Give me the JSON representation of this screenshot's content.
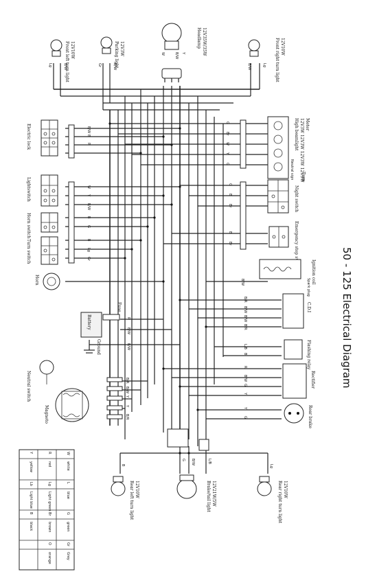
{
  "title": "50 - 125 Electrical Diagram",
  "components": {
    "front_right_turn_light": "Front right turn light",
    "front_right_turn_spec": "12V10W",
    "headlamp": "Headlamp",
    "headlamp_spec": "12V35W/35W",
    "parking_light": "Parking light",
    "parking_light_spec": "12V3W",
    "front_left_turn_light": "Front left turn light",
    "front_left_turn_spec": "12V10W",
    "electric_lock": "Electric lock",
    "lightswitch": "Lightswitch",
    "horn_switch": "Horn switch",
    "turn_switch": "Turn switch",
    "horn": "Horn",
    "fuse": "Fuse",
    "battery": "Battery",
    "ground": "Ground",
    "neutral_switch": "Neutral switch",
    "magneto": "Magneto",
    "high_beamlight": "High beamlight",
    "meter_lamps": "12V3W 12V3W 12V3W 12V3W",
    "meter": "Meter",
    "neutral_sign": "Neutral sign",
    "turn": "Turn",
    "night_switch": "Night switch",
    "emergency_stop_switch": "Emergency stop switch",
    "ignition_coil": "Ignition coil",
    "spark_plug": "Spark plug",
    "cdi": "C.D.I",
    "flashing_relay": "Flashing relay",
    "rectifier": "Rectifier",
    "rear_brake": "Rear brake",
    "rear_left_turn_light": "Rear left turn light",
    "rear_left_turn_spec": "12V10W",
    "brake_tail_light": "Brake/tail light",
    "brake_tail_spec": "12V21W/5W",
    "rear_right_turn_light": "Rear right turn light",
    "rear_right_turn_spec": "12V10W"
  },
  "wire_labels": {
    "front_left": [
      "Lg",
      "B/W"
    ],
    "parking": [
      "Gr",
      "B/W"
    ],
    "headlamp": [
      "W",
      "B/W",
      "Y"
    ],
    "front_right": [
      "Lg",
      "B/W"
    ],
    "lock": [
      "B/W",
      "B",
      "R"
    ],
    "light": [
      "W",
      "Y",
      "B/W"
    ],
    "horn_sw": [
      "B",
      "G"
    ],
    "turn_sw": [
      "B",
      "Lg",
      "Gr"
    ],
    "meter": [
      "G",
      "Br",
      "W",
      "Y",
      "G",
      "Br",
      "B"
    ],
    "night": [
      "G",
      "B",
      "Br",
      "Y"
    ],
    "emergency": [
      "B",
      "Br"
    ],
    "ign": [
      "B/W"
    ],
    "cdi": [
      "B/R",
      "B/W",
      "B/W",
      "B/R"
    ],
    "fuse_bat": [
      "R",
      "B/W"
    ],
    "ground": [
      "B/W"
    ],
    "relay": [
      "L/B",
      "B"
    ],
    "rectifier": [
      "R",
      "B/W",
      "G",
      "Y"
    ],
    "rear_brake": [
      "Y",
      "G"
    ],
    "neutral": [
      "B/R",
      "B/W",
      "Lg"
    ],
    "magneto": [
      "Y",
      "Y",
      "B/R",
      "W"
    ],
    "rear": [
      "B",
      "G",
      "B/W",
      "Y",
      "L/B",
      "Lg"
    ]
  },
  "legend": {
    "rows": [
      [
        {
          "code": "W",
          "name": "white"
        },
        {
          "code": "L",
          "name": "blue"
        },
        {
          "code": "G",
          "name": "green"
        },
        {
          "code": "Gr",
          "name": "Grey"
        }
      ],
      [
        {
          "code": "R",
          "name": "red"
        },
        {
          "code": "Lg",
          "name": "Light green"
        },
        {
          "code": "Br",
          "name": "brown"
        },
        {
          "code": "O",
          "name": "orange"
        }
      ],
      [
        {
          "code": "Y",
          "name": "yellow"
        },
        {
          "code": "Lb",
          "name": "Light blue"
        },
        {
          "code": "B",
          "name": "black"
        },
        {
          "code": "",
          "name": ""
        }
      ]
    ]
  }
}
